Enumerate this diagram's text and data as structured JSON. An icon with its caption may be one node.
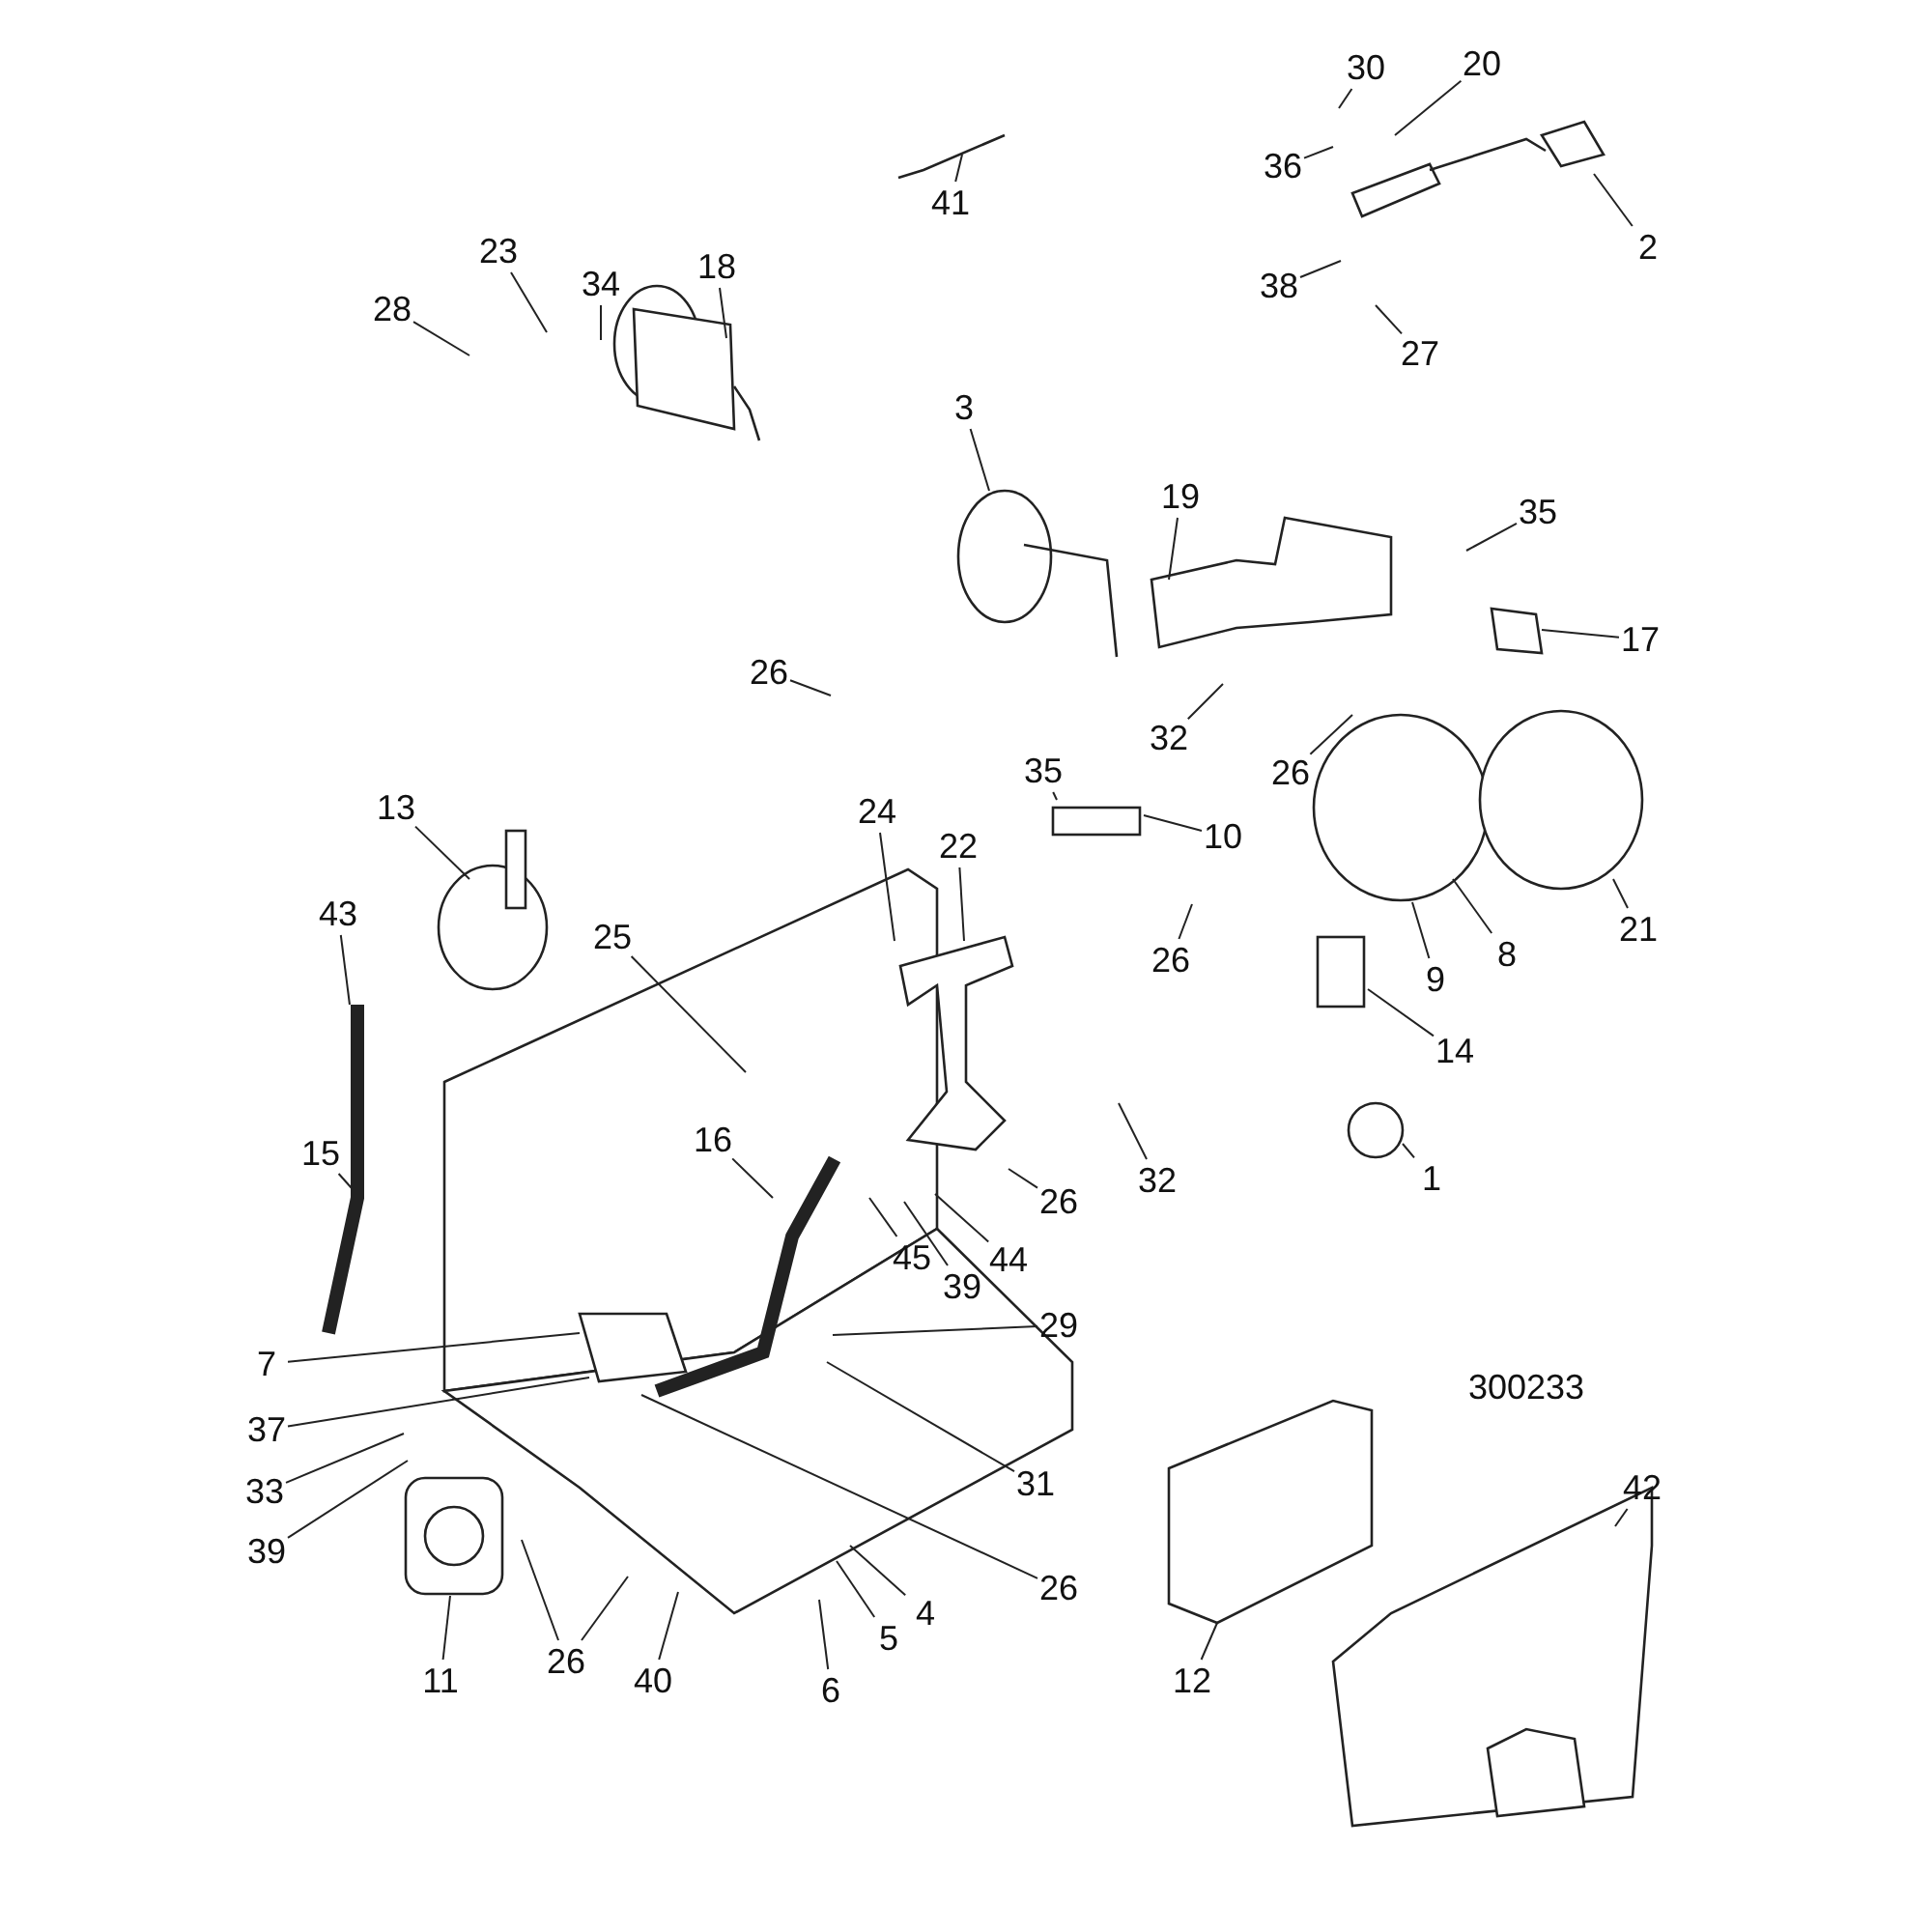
{
  "diagram": {
    "nodes": [
      {
        "text": [
          "41"
        ]
      },
      {
        "text": [
          "30"
        ]
      },
      {
        "text": [
          "20"
        ]
      },
      {
        "text": [
          "36"
        ]
      },
      {
        "text": [
          "2"
        ]
      },
      {
        "text": [
          "38"
        ]
      },
      {
        "text": [
          "27"
        ]
      },
      {
        "text": [
          "23"
        ]
      },
      {
        "text": [
          "28"
        ]
      },
      {
        "text": [
          "34"
        ]
      },
      {
        "text": [
          "18"
        ]
      },
      {
        "text": [
          "3"
        ]
      },
      {
        "text": [
          "19"
        ]
      },
      {
        "text": [
          "35"
        ]
      },
      {
        "text": [
          "17"
        ]
      },
      {
        "text": [
          "26"
        ]
      },
      {
        "text": [
          "32"
        ]
      },
      {
        "text": [
          "26"
        ]
      },
      {
        "text": [
          "35"
        ]
      },
      {
        "text": [
          "10"
        ]
      },
      {
        "text": [
          "26"
        ]
      },
      {
        "text": [
          "13"
        ]
      },
      {
        "text": [
          "24"
        ]
      },
      {
        "text": [
          "22"
        ]
      },
      {
        "text": [
          "43"
        ]
      },
      {
        "text": [
          "25"
        ]
      },
      {
        "text": [
          "9"
        ]
      },
      {
        "text": [
          "8"
        ]
      },
      {
        "text": [
          "21"
        ]
      },
      {
        "text": [
          "14"
        ]
      },
      {
        "text": [
          "16"
        ]
      },
      {
        "text": [
          "15"
        ]
      },
      {
        "text": [
          "26"
        ]
      },
      {
        "text": [
          "32"
        ]
      },
      {
        "text": [
          "1"
        ]
      },
      {
        "text": [
          "45"
        ]
      },
      {
        "text": [
          "39"
        ]
      },
      {
        "text": [
          "44"
        ]
      },
      {
        "text": [
          "29"
        ]
      },
      {
        "text": [
          "7"
        ]
      },
      {
        "text": [
          "37"
        ]
      },
      {
        "text": [
          "31"
        ]
      },
      {
        "text": [
          "33"
        ]
      },
      {
        "text": [
          "39"
        ]
      },
      {
        "text": [
          "26"
        ]
      },
      {
        "text": [
          "4"
        ]
      },
      {
        "text": [
          "5"
        ]
      },
      {
        "text": [
          "11"
        ]
      },
      {
        "text": [
          "26"
        ]
      },
      {
        "text": [
          "40"
        ]
      },
      {
        "text": [
          "6"
        ]
      },
      {
        "text": [
          "12"
        ]
      },
      {
        "text": [
          "42"
        ]
      }
    ],
    "edges": [
      {
        "from": 0,
        "to": null,
        "arrow": "none"
      },
      {
        "from": 1,
        "to": null,
        "arrow": "none"
      },
      {
        "from": 2,
        "to": null,
        "arrow": "none"
      },
      {
        "from": 3,
        "to": null,
        "arrow": "none"
      },
      {
        "from": 4,
        "to": null,
        "arrow": "none"
      },
      {
        "from": 5,
        "to": null,
        "arrow": "none"
      },
      {
        "from": 6,
        "to": null,
        "arrow": "none"
      },
      {
        "from": 7,
        "to": null,
        "arrow": "none"
      },
      {
        "from": 8,
        "to": null,
        "arrow": "none"
      },
      {
        "from": 9,
        "to": null,
        "arrow": "none"
      },
      {
        "from": 10,
        "to": null,
        "arrow": "none"
      },
      {
        "from": 11,
        "to": null,
        "arrow": "none"
      },
      {
        "from": 12,
        "to": null,
        "arrow": "none"
      },
      {
        "from": 13,
        "to": null,
        "arrow": "none"
      },
      {
        "from": 14,
        "to": null,
        "arrow": "none"
      },
      {
        "from": 15,
        "to": null,
        "arrow": "none"
      },
      {
        "from": 16,
        "to": null,
        "arrow": "none"
      },
      {
        "from": 17,
        "to": null,
        "arrow": "none"
      },
      {
        "from": 18,
        "to": null,
        "arrow": "none"
      },
      {
        "from": 19,
        "to": null,
        "arrow": "none"
      },
      {
        "from": 20,
        "to": null,
        "arrow": "none"
      },
      {
        "from": 21,
        "to": null,
        "arrow": "none"
      },
      {
        "from": 22,
        "to": null,
        "arrow": "none"
      },
      {
        "from": 23,
        "to": null,
        "arrow": "none"
      },
      {
        "from": 24,
        "to": null,
        "arrow": "none"
      },
      {
        "from": 25,
        "to": null,
        "arrow": "none"
      },
      {
        "from": 26,
        "to": null,
        "arrow": "none"
      },
      {
        "from": 27,
        "to": null,
        "arrow": "none"
      },
      {
        "from": 28,
        "to": null,
        "arrow": "none"
      },
      {
        "from": 29,
        "to": null,
        "arrow": "none"
      },
      {
        "from": 30,
        "to": null,
        "arrow": "none"
      },
      {
        "from": 31,
        "to": null,
        "arrow": "none"
      },
      {
        "from": 32,
        "to": null,
        "arrow": "none"
      },
      {
        "from": 33,
        "to": null,
        "arrow": "none"
      },
      {
        "from": 34,
        "to": null,
        "arrow": "none"
      },
      {
        "from": 35,
        "to": null,
        "arrow": "none"
      },
      {
        "from": 36,
        "to": null,
        "arrow": "none"
      },
      {
        "from": 37,
        "to": null,
        "arrow": "none"
      },
      {
        "from": 38,
        "to": null,
        "arrow": "none"
      },
      {
        "from": 39,
        "to": null,
        "arrow": "none"
      },
      {
        "from": 40,
        "to": null,
        "arrow": "none"
      },
      {
        "from": 41,
        "to": null,
        "arrow": "none"
      },
      {
        "from": 42,
        "to": null,
        "arrow": "none"
      },
      {
        "from": 43,
        "to": null,
        "arrow": "none"
      },
      {
        "from": 44,
        "to": null,
        "arrow": "none"
      },
      {
        "from": 45,
        "to": null,
        "arrow": "none"
      },
      {
        "from": 46,
        "to": null,
        "arrow": "none"
      },
      {
        "from": 47,
        "to": null,
        "arrow": "none"
      },
      {
        "from": 48,
        "to": null,
        "arrow": "none"
      },
      {
        "from": 48,
        "to": null,
        "arrow": "none"
      },
      {
        "from": 49,
        "to": null,
        "arrow": "none"
      },
      {
        "from": 50,
        "to": null,
        "arrow": "none"
      },
      {
        "from": 51,
        "to": null,
        "arrow": "none"
      },
      {
        "from": 52,
        "to": null,
        "arrow": "none"
      }
    ],
    "labels": [
      "300233"
    ]
  }
}
